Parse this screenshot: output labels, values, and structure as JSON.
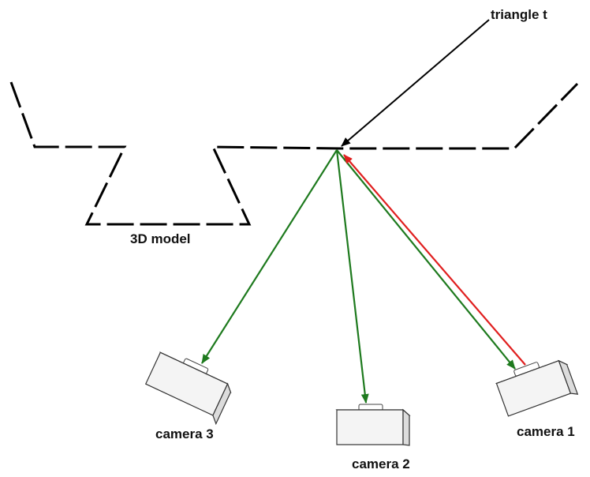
{
  "labels": {
    "triangle": "triangle t",
    "model": "3D model",
    "camera1": "camera 1",
    "camera2": "camera 2",
    "camera3": "camera 3"
  },
  "colors": {
    "model_outline": "#000000",
    "pointer_arrow": "#000000",
    "projection_ray": "#1e7a1e",
    "back_projection_ray": "#e01f1f",
    "camera_fill": "#f4f4f4",
    "camera_side": "#dcdcdc"
  },
  "icons": {
    "camera": "camera-icon"
  }
}
